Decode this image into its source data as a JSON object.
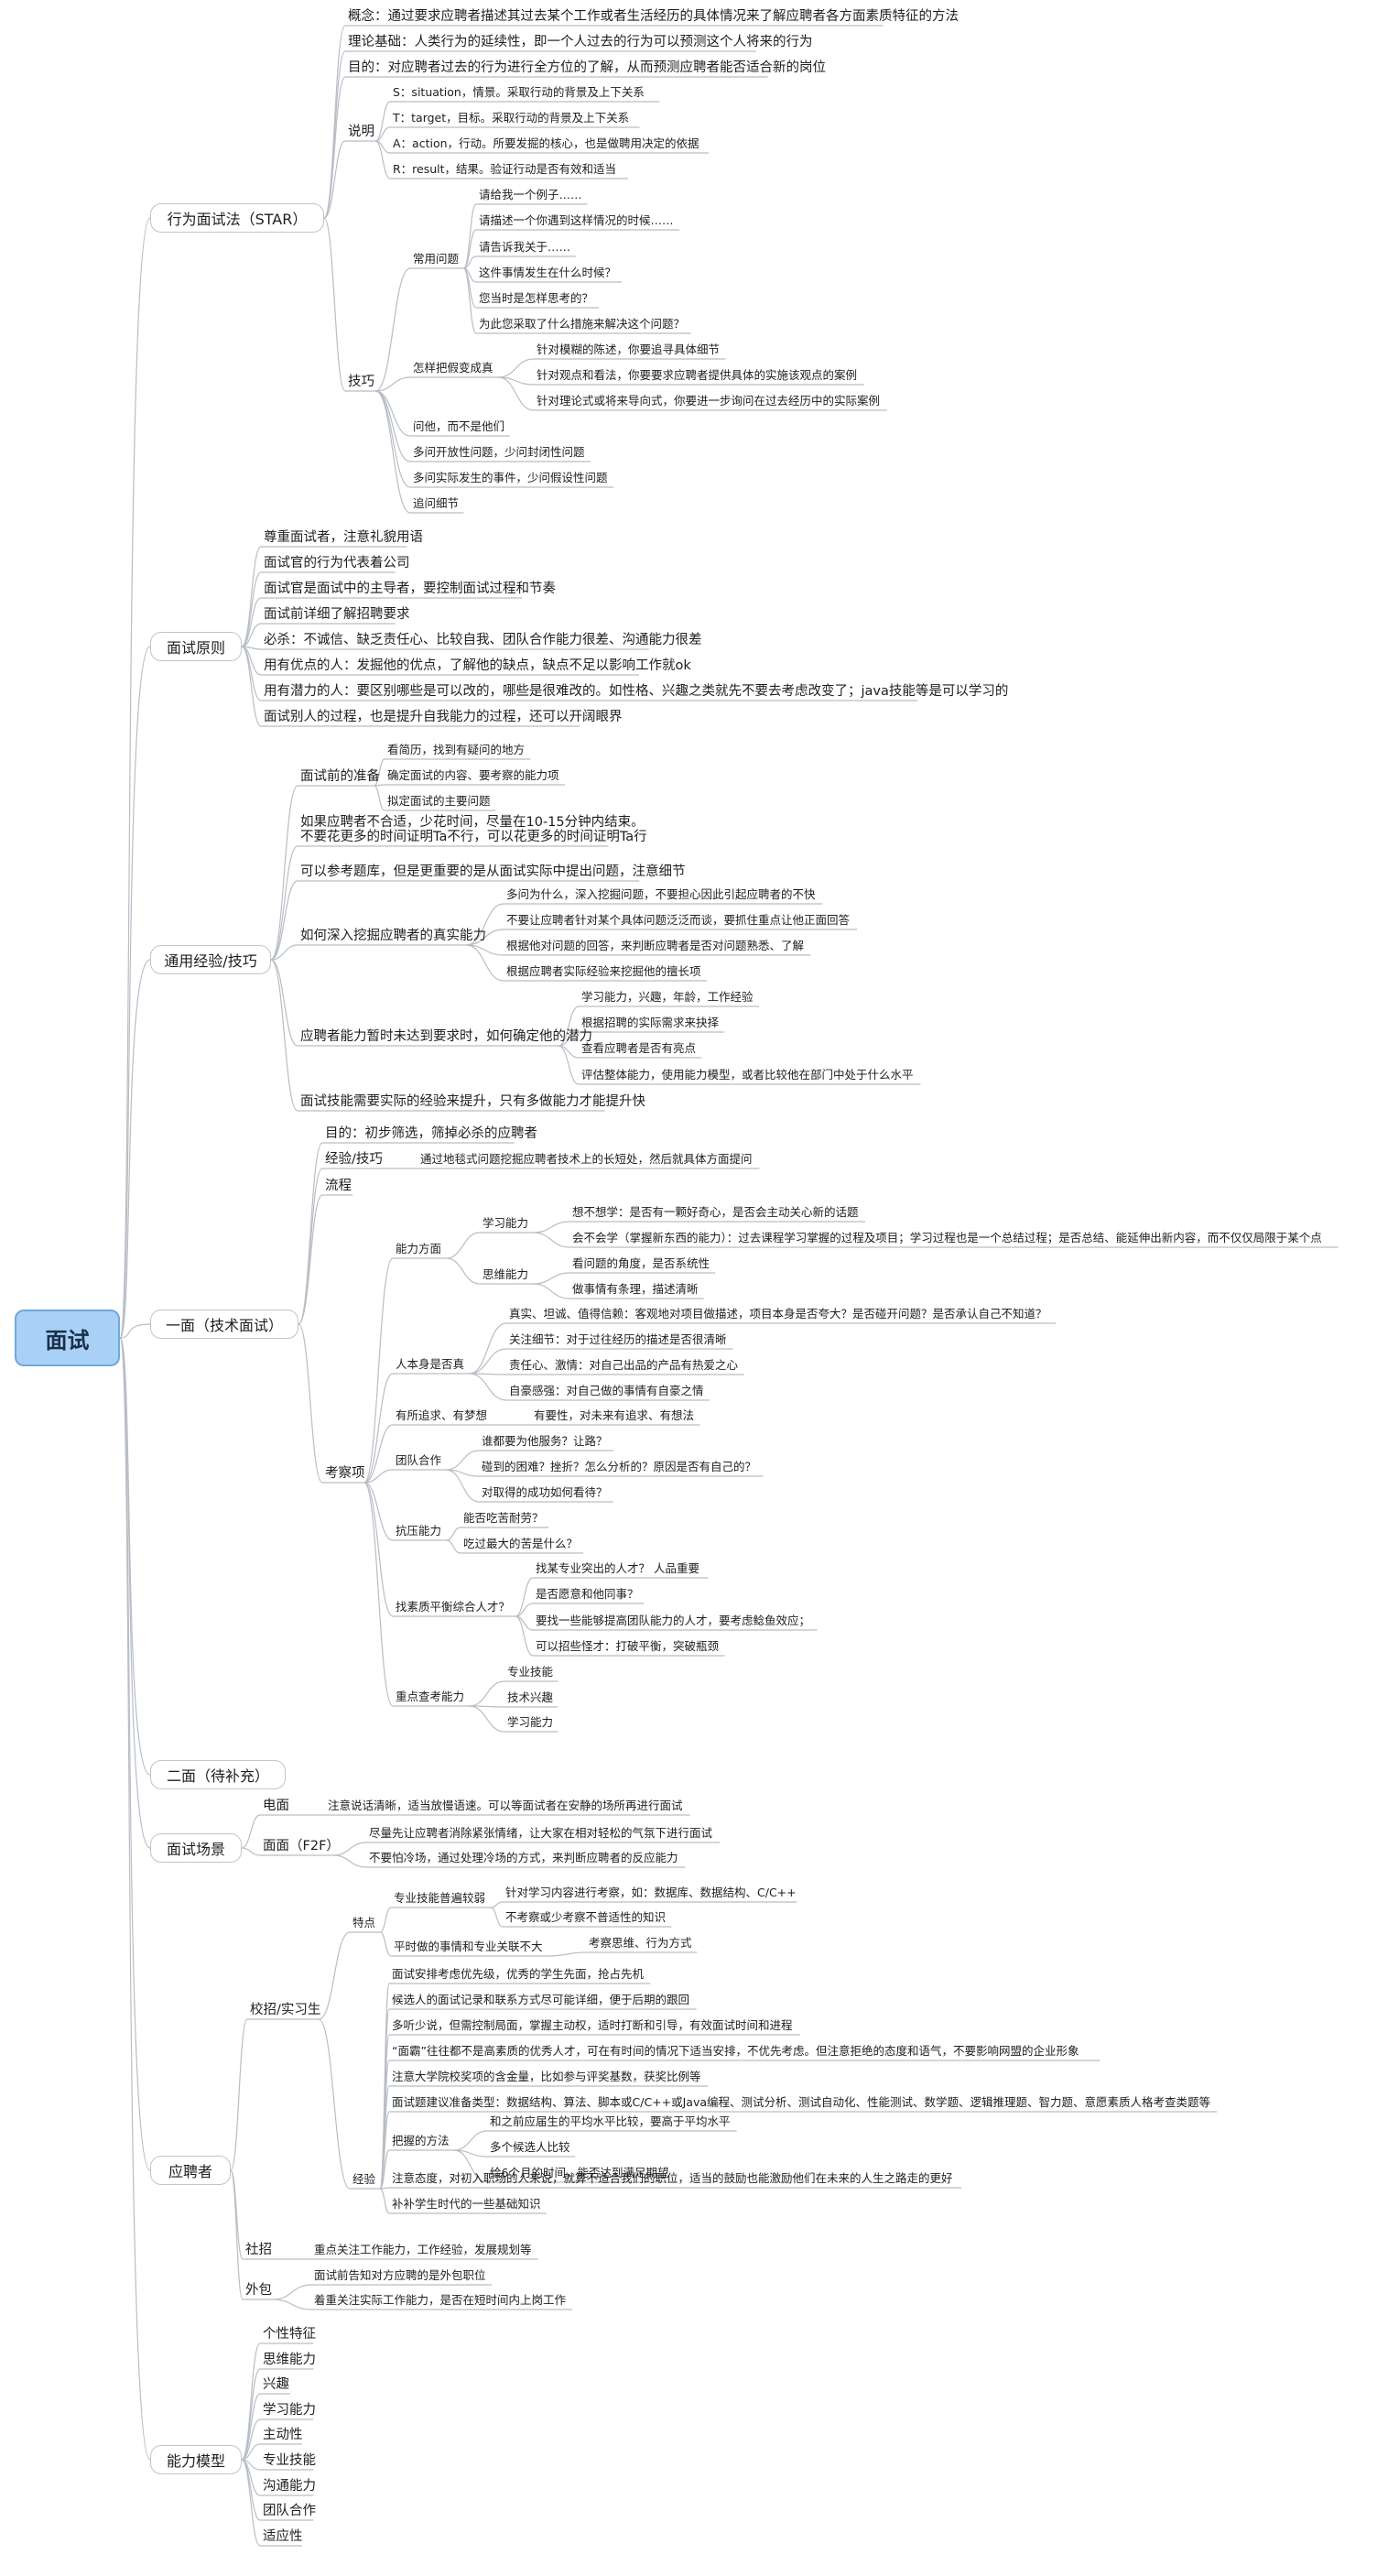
{
  "root": "面试",
  "colors": {
    "line": "#b8bec6",
    "root_fill": "#a9d1f7",
    "root_border": "#6ea8dc",
    "branch_border": "#bfc4ca"
  },
  "branches": [
    {
      "label": "行为面试法（STAR）",
      "children": [
        {
          "label": "概念：通过要求应聘者描述其过去某个工作或者生活经历的具体情况来了解应聘者各方面素质特征的方法"
        },
        {
          "label": "理论基础：人类行为的延续性，即一个人过去的行为可以预测这个人将来的行为"
        },
        {
          "label": "目的：对应聘者过去的行为进行全方位的了解，从而预测应聘者能否适合新的岗位"
        },
        {
          "label": "说明",
          "children": [
            {
              "label": "S：situation，情景。采取行动的背景及上下关系"
            },
            {
              "label": "T：target，目标。采取行动的背景及上下关系"
            },
            {
              "label": "A：action，行动。所要发掘的核心，也是做聘用决定的依据"
            },
            {
              "label": "R：result，结果。验证行动是否有效和适当"
            }
          ]
        },
        {
          "label": "技巧",
          "children": [
            {
              "label": "常用问题",
              "children": [
                {
                  "label": "请给我一个例子……"
                },
                {
                  "label": "请描述一个你遇到这样情况的时候……"
                },
                {
                  "label": "请告诉我关于……"
                },
                {
                  "label": "这件事情发生在什么时候？"
                },
                {
                  "label": "您当时是怎样思考的？"
                },
                {
                  "label": "为此您采取了什么措施来解决这个问题？"
                }
              ]
            },
            {
              "label": "怎样把假变成真",
              "children": [
                {
                  "label": "针对模糊的陈述，你要追寻具体细节"
                },
                {
                  "label": "针对观点和看法，你要要求应聘者提供具体的实施该观点的案例"
                },
                {
                  "label": "针对理论式或将来导向式，你要进一步询问在过去经历中的实际案例"
                }
              ]
            },
            {
              "label": "问他，而不是他们"
            },
            {
              "label": "多问开放性问题，少问封闭性问题"
            },
            {
              "label": "多问实际发生的事件，少问假设性问题"
            },
            {
              "label": "追问细节"
            }
          ]
        }
      ]
    },
    {
      "label": "面试原则",
      "children": [
        {
          "label": "尊重面试者，注意礼貌用语"
        },
        {
          "label": "面试官的行为代表着公司"
        },
        {
          "label": "面试官是面试中的主导者，要控制面试过程和节奏"
        },
        {
          "label": "面试前详细了解招聘要求"
        },
        {
          "label": "必杀：不诚信、缺乏责任心、比较自我、团队合作能力很差、沟通能力很差"
        },
        {
          "label": "用有优点的人：发掘他的优点，了解他的缺点，缺点不足以影响工作就ok"
        },
        {
          "label": "用有潜力的人：要区别哪些是可以改的，哪些是很难改的。如性格、兴趣之类就先不要去考虑改变了；java技能等是可以学习的"
        },
        {
          "label": "面试别人的过程，也是提升自我能力的过程，还可以开阔眼界"
        }
      ]
    },
    {
      "label": "通用经验/技巧",
      "children": [
        {
          "label": "面试前的准备",
          "children": [
            {
              "label": "看简历，找到有疑问的地方"
            },
            {
              "label": "确定面试的内容、要考察的能力项"
            },
            {
              "label": "拟定面试的主要问题"
            }
          ]
        },
        {
          "label": "如果应聘者不合适，少花时间，尽量在10-15分钟内结束。\n不要花更多的时间证明Ta不行，可以花更多的时间证明Ta行"
        },
        {
          "label": "可以参考题库，但是更重要的是从面试实际中提出问题，注意细节"
        },
        {
          "label": "如何深入挖掘应聘者的真实能力",
          "children": [
            {
              "label": "多问为什么，深入挖掘问题，不要担心因此引起应聘者的不快"
            },
            {
              "label": "不要让应聘者针对某个具体问题泛泛而谈，要抓住重点让他正面回答"
            },
            {
              "label": "根据他对问题的回答，来判断应聘者是否对问题熟悉、了解"
            },
            {
              "label": "根据应聘者实际经验来挖掘他的擅长项"
            }
          ]
        },
        {
          "label": "应聘者能力暂时未达到要求时，如何确定他的潜力",
          "children": [
            {
              "label": "学习能力，兴趣，年龄，工作经验"
            },
            {
              "label": "根据招聘的实际需求来抉择"
            },
            {
              "label": "查看应聘者是否有亮点"
            },
            {
              "label": "评估整体能力，使用能力模型，或者比较他在部门中处于什么水平"
            }
          ]
        },
        {
          "label": "面试技能需要实际的经验来提升，只有多做能力才能提升快"
        }
      ]
    },
    {
      "label": "一面（技术面试）",
      "children": [
        {
          "label": "目的：初步筛选，筛掉必杀的应聘者"
        },
        {
          "label": "经验/技巧",
          "children": [
            {
              "label": "通过地毯式问题挖掘应聘者技术上的长短处，然后就具体方面提问"
            }
          ]
        },
        {
          "label": "流程"
        },
        {
          "label": "考察项",
          "children": [
            {
              "label": "能力方面",
              "children": [
                {
                  "label": "学习能力",
                  "children": [
                    {
                      "label": "想不想学：是否有一颗好奇心，是否会主动关心新的话题"
                    },
                    {
                      "label": "会不会学（掌握新东西的能力）：过去课程学习掌握的过程及项目；学习过程也是一个总结过程；是否总结、能延伸出新内容，而不仅仅局限于某个点"
                    }
                  ]
                },
                {
                  "label": "思维能力",
                  "children": [
                    {
                      "label": "看问题的角度，是否系统性"
                    },
                    {
                      "label": "做事情有条理，描述清晰"
                    }
                  ]
                }
              ]
            },
            {
              "label": "人本身是否真",
              "children": [
                {
                  "label": "真实、坦诚、值得信赖：客观地对项目做描述，项目本身是否夸大？是否碰开问题？是否承认自己不知道？"
                },
                {
                  "label": "关注细节：对于过往经历的描述是否很清晰"
                },
                {
                  "label": "责任心、激情：对自己出品的产品有热爱之心"
                },
                {
                  "label": "自豪感强：对自己做的事情有自豪之情"
                }
              ]
            },
            {
              "label": "有所追求、有梦想",
              "children": [
                {
                  "label": "有要性，对未来有追求、有想法"
                }
              ]
            },
            {
              "label": "团队合作",
              "children": [
                {
                  "label": "谁都要为他服务？让路？"
                },
                {
                  "label": "碰到的困难？挫折？怎么分析的？原因是否有自己的？"
                },
                {
                  "label": "对取得的成功如何看待？"
                }
              ]
            },
            {
              "label": "抗压能力",
              "children": [
                {
                  "label": "能否吃苦耐劳？"
                },
                {
                  "label": "吃过最大的苦是什么？"
                }
              ]
            },
            {
              "label": "找素质平衡综合人才？",
              "children": [
                {
                  "label": "找某专业突出的人才？ 人品重要"
                },
                {
                  "label": "是否愿意和他同事？"
                },
                {
                  "label": "要找一些能够提高团队能力的人才，要考虑鲶鱼效应；"
                },
                {
                  "label": "可以招些怪才：打破平衡，突破瓶颈"
                }
              ]
            },
            {
              "label": "重点查考能力",
              "children": [
                {
                  "label": "专业技能"
                },
                {
                  "label": "技术兴趣"
                },
                {
                  "label": "学习能力"
                }
              ]
            }
          ]
        }
      ]
    },
    {
      "label": "二面（待补充）"
    },
    {
      "label": "面试场景",
      "children": [
        {
          "label": "电面",
          "children": [
            {
              "label": "注意说话清晰，适当放慢语速。可以等面试者在安静的场所再进行面试"
            }
          ]
        },
        {
          "label": "面面（F2F）",
          "children": [
            {
              "label": "尽量先让应聘者消除紧张情绪，让大家在相对轻松的气氛下进行面试"
            },
            {
              "label": "不要怕冷场，通过处理冷场的方式，来判断应聘者的反应能力"
            }
          ]
        }
      ]
    },
    {
      "label": "应聘者",
      "children": [
        {
          "label": "校招/实习生",
          "children": [
            {
              "label": "特点",
              "children": [
                {
                  "label": "专业技能普遍较弱",
                  "children": [
                    {
                      "label": "针对学习内容进行考察，如：数据库、数据结构、C/C++"
                    },
                    {
                      "label": "不考察或少考察不普适性的知识"
                    }
                  ]
                },
                {
                  "label": "平时做的事情和专业关联不大",
                  "children": [
                    {
                      "label": "考察思维、行为方式"
                    }
                  ]
                }
              ]
            },
            {
              "label": "经验",
              "children": [
                {
                  "label": "面试安排考虑优先级，优秀的学生先面，抢占先机"
                },
                {
                  "label": "候选人的面试记录和联系方式尽可能详细，便于后期的跟回"
                },
                {
                  "label": "多听少说，但需控制局面，掌握主动权，适时打断和引导，有效面试时间和进程"
                },
                {
                  "label": "“面霸”往往都不是高素质的优秀人才，可在有时间的情况下适当安排，不优先考虑。但注意拒绝的态度和语气，不要影响网盟的企业形象"
                },
                {
                  "label": "注意大学院校奖项的含金量，比如参与评奖基数，获奖比例等"
                },
                {
                  "label": "面试题建议准备类型：数据结构、算法、脚本或C/C++或Java编程、测试分析、测试自动化、性能测试、数学题、逻辑推理题、智力题、意愿素质人格考查类题等"
                },
                {
                  "label": "把握的方法",
                  "children": [
                    {
                      "label": "和之前应届生的平均水平比较，要高于平均水平"
                    },
                    {
                      "label": "多个候选人比较"
                    },
                    {
                      "label": "给6个月的时间，能否达到满足期望"
                    }
                  ]
                },
                {
                  "label": "注意态度，对初入职场的人来说，就算不适合我们的职位，适当的鼓励也能激励他们在未来的人生之路走的更好"
                },
                {
                  "label": "补补学生时代的一些基础知识"
                }
              ]
            }
          ]
        },
        {
          "label": "社招",
          "children": [
            {
              "label": "重点关注工作能力，工作经验，发展规划等"
            }
          ]
        },
        {
          "label": "外包",
          "children": [
            {
              "label": "面试前告知对方应聘的是外包职位"
            },
            {
              "label": "着重关注实际工作能力，是否在短时间内上岗工作"
            }
          ]
        }
      ]
    },
    {
      "label": "能力模型",
      "children": [
        {
          "label": "个性特征"
        },
        {
          "label": "思维能力"
        },
        {
          "label": "兴趣"
        },
        {
          "label": "学习能力"
        },
        {
          "label": "主动性"
        },
        {
          "label": "专业技能"
        },
        {
          "label": "沟通能力"
        },
        {
          "label": "团队合作"
        },
        {
          "label": "适应性"
        }
      ]
    }
  ]
}
